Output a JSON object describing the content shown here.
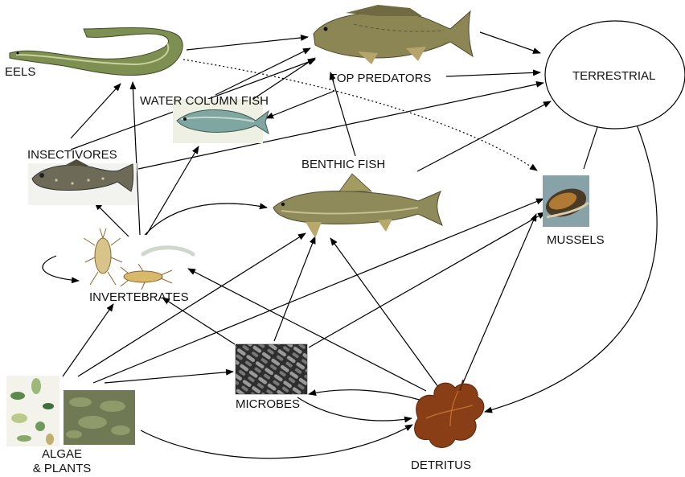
{
  "labels": {
    "eels": "EELS",
    "top_predators": "TOP PREDATORS",
    "terrestrial": "TERRESTRIAL",
    "water_column_fish": "WATER COLUMN FISH",
    "insectivores": "INSECTIVORES",
    "benthic_fish": "BENTHIC FISH",
    "mussels": "MUSSELS",
    "invertebrates": "INVERTEBRATES",
    "microbes": "MICROBES",
    "algae_line1": "ALGAE",
    "algae_line2": "& PLANTS",
    "detritus": "DETRITUS"
  },
  "colors": {
    "arrow": "#000000",
    "eel_body": "#7e8f52",
    "predator_body": "#8c8655",
    "water_fish_body": "#7fa6a0",
    "benthic_body": "#8e8a5a",
    "insectivore_body": "#6e6a58",
    "mussel_shell": "#4b3a26",
    "microbe_bg": "#3c3c3c",
    "leaf": "#8a3e16",
    "plant_bg": "#6f7a55"
  },
  "icons": [
    "eel-icon",
    "bass-icon",
    "herring-icon",
    "goby-icon",
    "minnow-icon",
    "mussel-icon",
    "mayfly-icon",
    "bacteria-icon",
    "algae-icon",
    "leaf-icon"
  ]
}
